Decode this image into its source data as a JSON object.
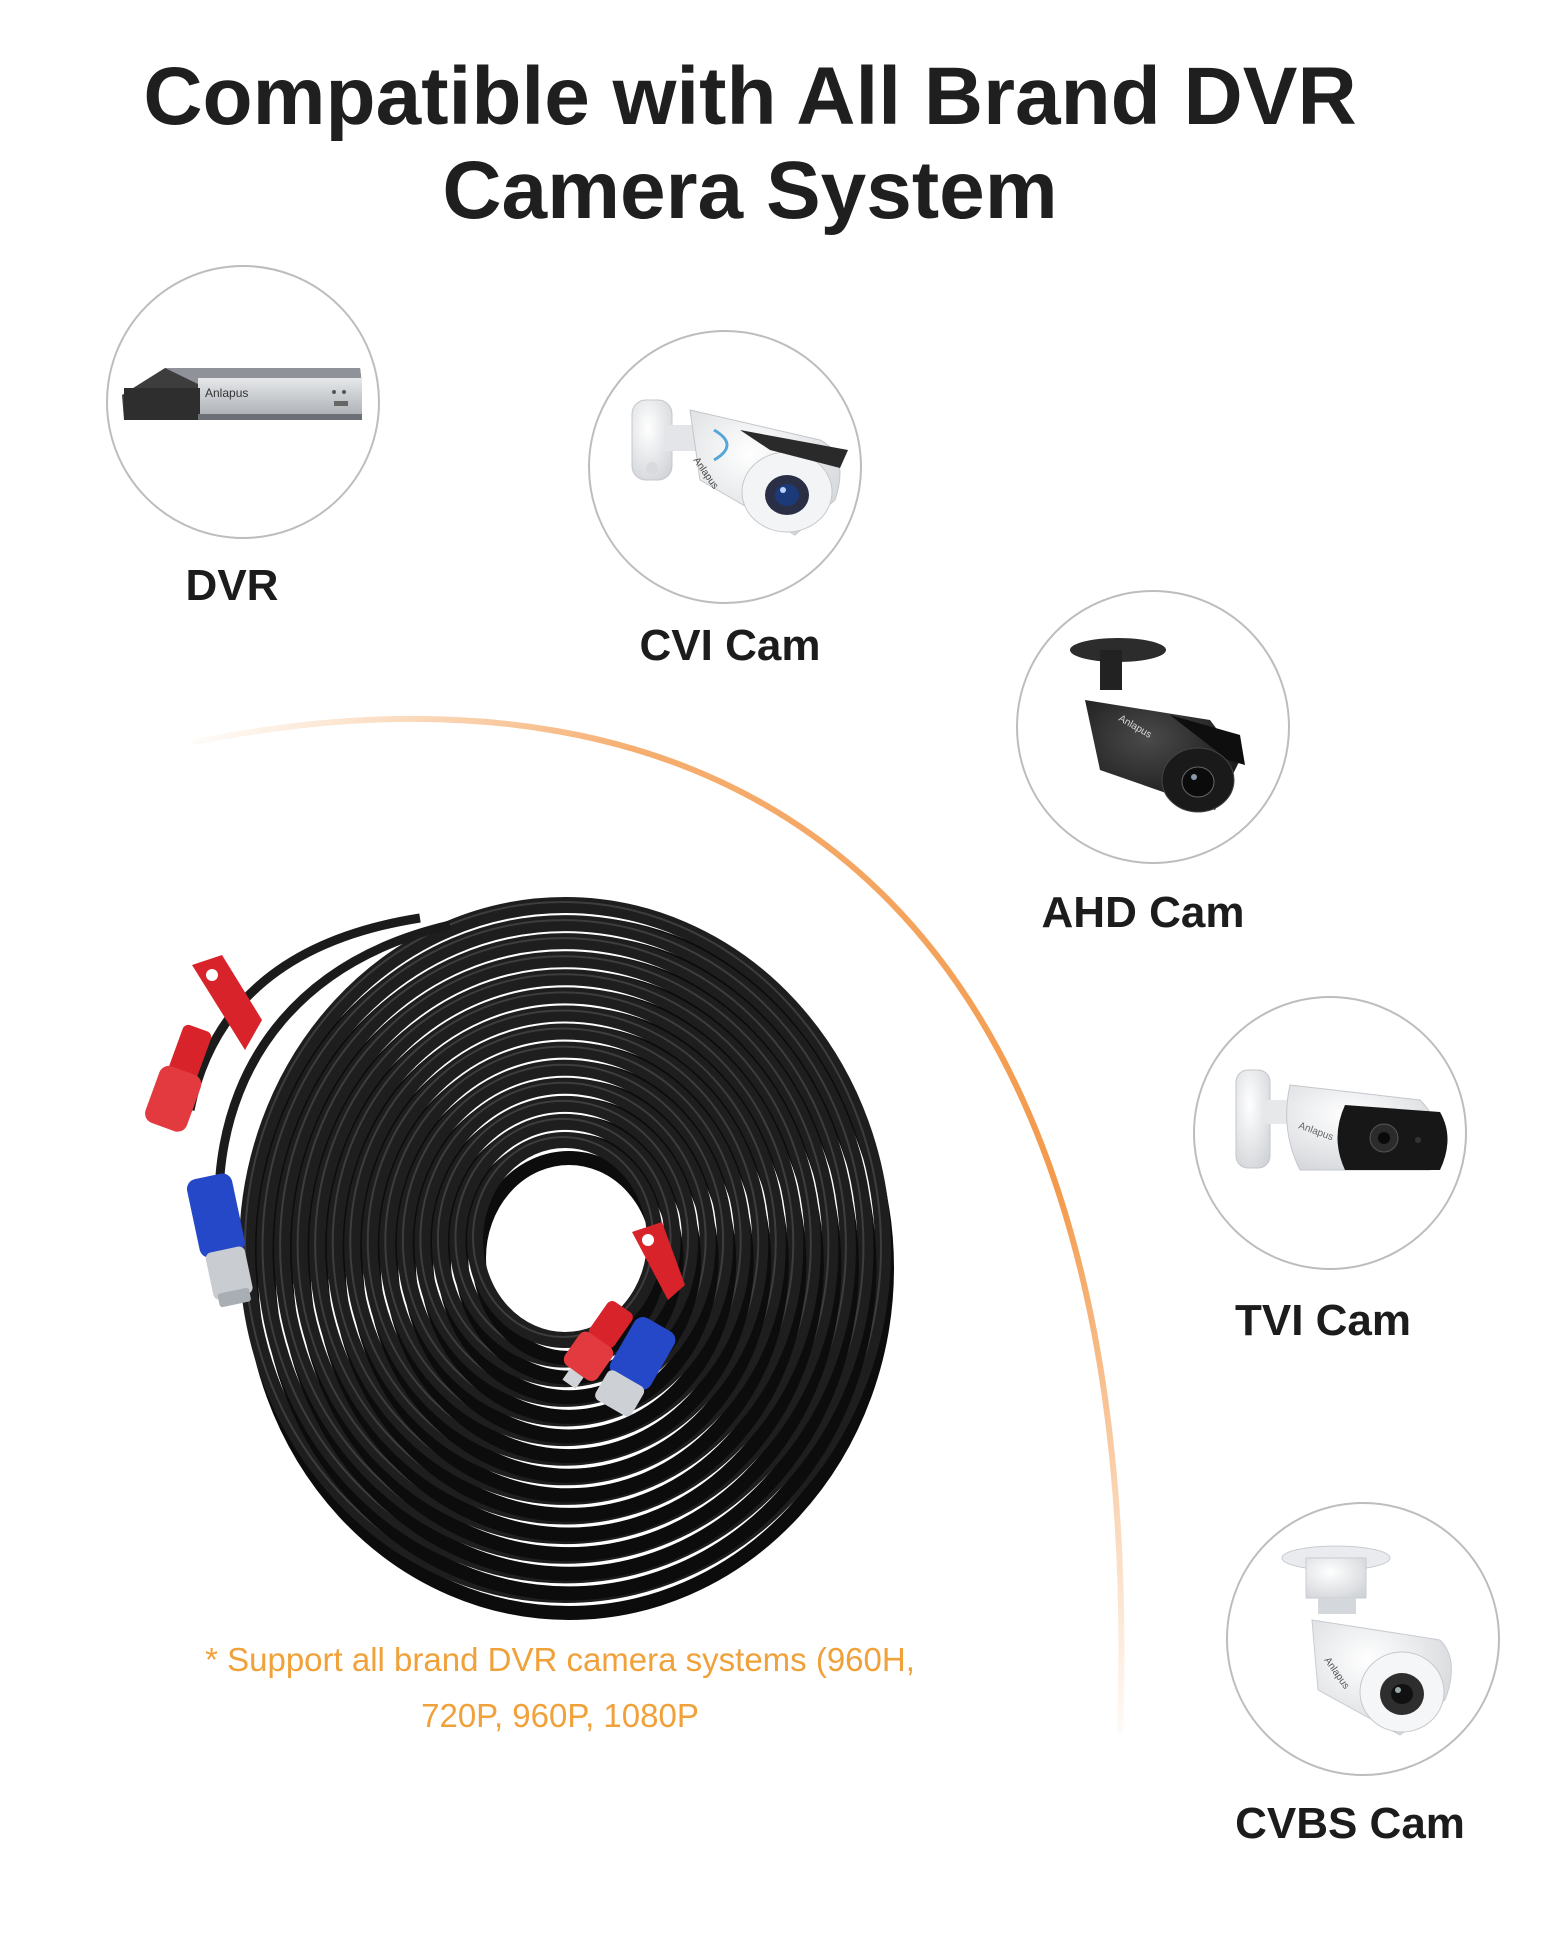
{
  "title": {
    "line1": "Compatible with All Brand DVR",
    "line2": "Camera System"
  },
  "devices": [
    {
      "label": "DVR",
      "icon": "dvr-recorder-icon",
      "brand": "Anlapus"
    },
    {
      "label": "CVI Cam",
      "icon": "white-bullet-camera-icon",
      "brand": "Anlapus"
    },
    {
      "label": "AHD Cam",
      "icon": "black-bullet-camera-icon",
      "brand": "Anlapus"
    },
    {
      "label": "TVI Cam",
      "icon": "white-box-camera-icon",
      "brand": "Anlapus"
    },
    {
      "label": "CVBS Cam",
      "icon": "white-dome-bullet-camera-icon",
      "brand": "Anlapus"
    }
  ],
  "note": {
    "line1": "* Support all brand DVR camera systems (960H,",
    "line2": "720P, 960P, 1080P"
  },
  "colors": {
    "accent_orange": "#f0a13a",
    "arc_orange": "#f39a4c",
    "cable_black": "#1b1b1b",
    "connector_red": "#d8232a",
    "connector_blue": "#2448c8",
    "circle_border": "#bdbdbd",
    "text_dark": "#1c1c1c"
  }
}
